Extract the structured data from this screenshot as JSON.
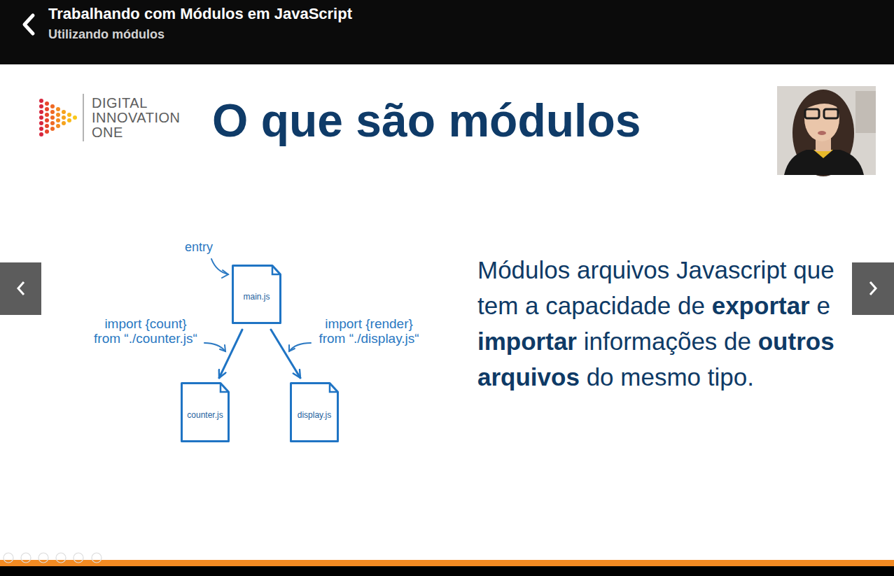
{
  "diagram": {
    "title": "O que são módulos",
    "nodes": [
      {
        "text": [
          "main.js"
        ]
      },
      {
        "text": [
          "counter.js"
        ]
      },
      {
        "text": [
          "display.js"
        ]
      }
    ],
    "edges": [
      {
        "from": 0,
        "to": 1,
        "arrow": "to",
        "label": "import {count} from “./counter.js“"
      },
      {
        "from": 0,
        "to": 2,
        "arrow": "to",
        "label": "import {render} from “./display.js“"
      }
    ],
    "labels": [
      "Trabalhando com Módulos em JavaScript",
      "Utilizando módulos",
      "DIGITAL INNOVATION ONE",
      "entry",
      "Módulos arquivos Javascript que tem a capacidade de",
      "exportar",
      "e",
      "importar",
      "informações de",
      "outros arquivos",
      "do mesmo tipo."
    ]
  }
}
